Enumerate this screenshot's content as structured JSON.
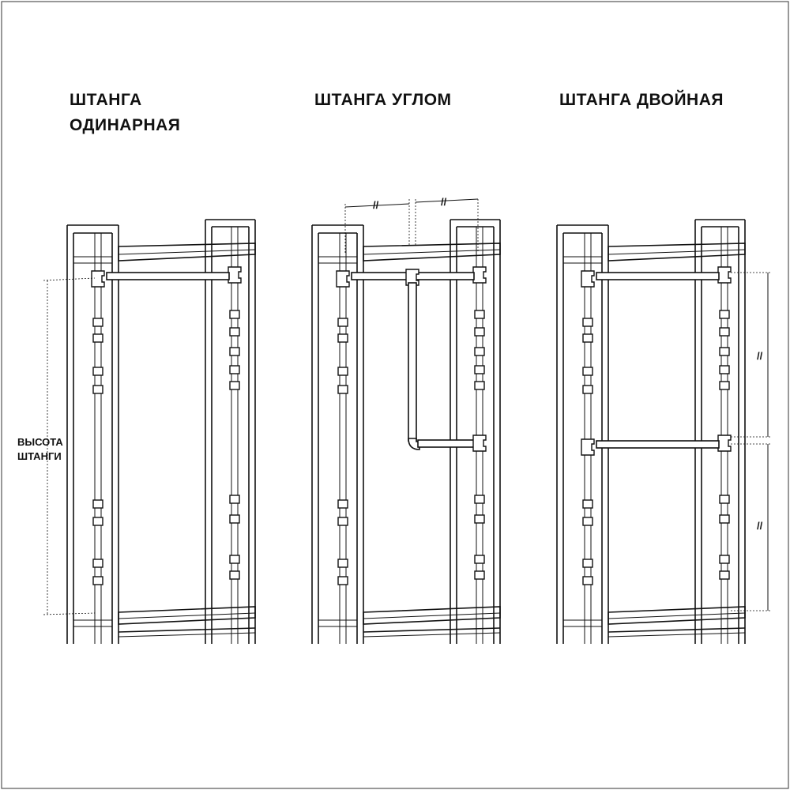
{
  "titles": {
    "single_line1": "ШТАНГА",
    "single_line2": "ОДИНАРНАЯ",
    "corner": "ШТАНГА УГЛОМ",
    "double": "ШТАНГА ДВОЙНАЯ"
  },
  "dimension_label": {
    "line1": "ВЫСОТА",
    "line2": "ШТАНГИ"
  },
  "equal_mark": "//",
  "colors": {
    "line": "#111111",
    "background": "#ffffff",
    "border": "#555555"
  }
}
